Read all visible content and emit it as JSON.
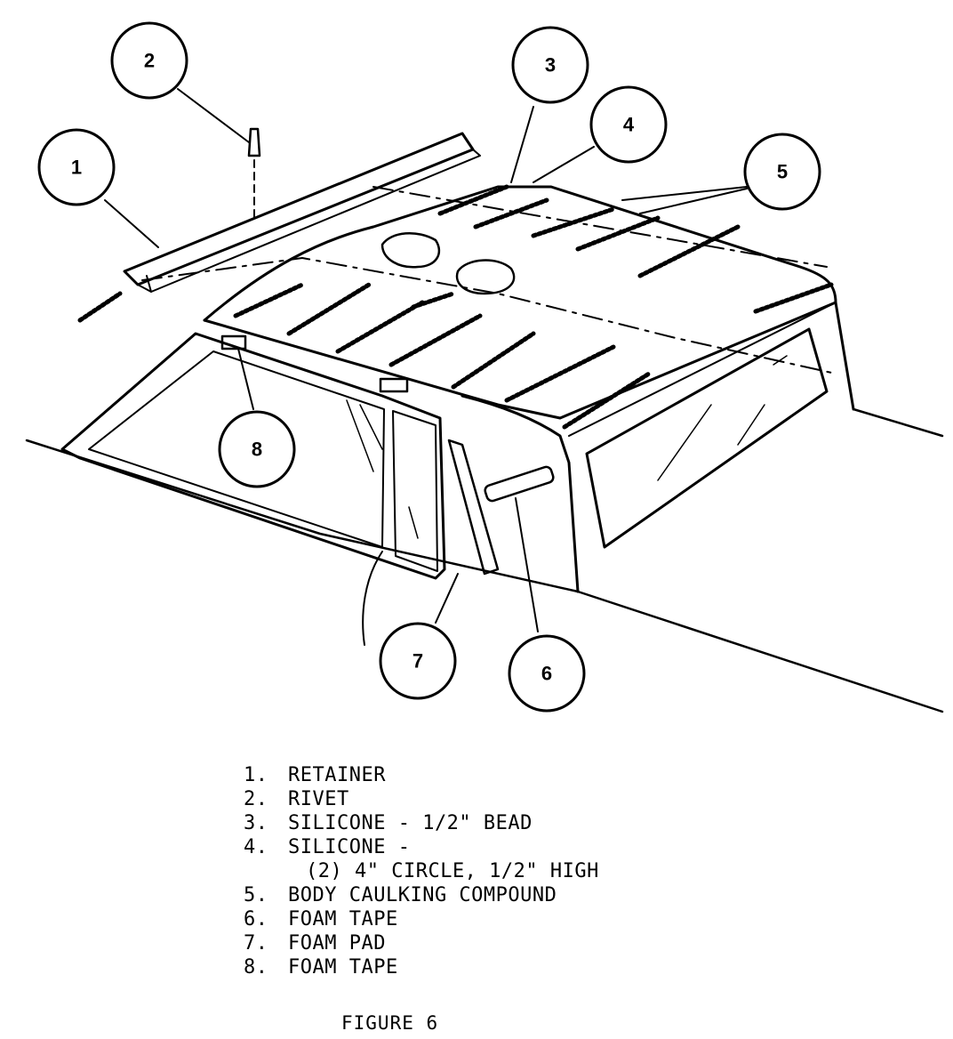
{
  "callouts": [
    "1",
    "2",
    "3",
    "4",
    "5",
    "6",
    "7",
    "8"
  ],
  "legend": {
    "items": [
      {
        "num": "1.",
        "label": "RETAINER"
      },
      {
        "num": "2.",
        "label": "RIVET"
      },
      {
        "num": "3.",
        "label": "SILICONE - 1/2\" BEAD"
      },
      {
        "num": "4.",
        "label": "SILICONE -"
      },
      {
        "num": "",
        "label": "(2) 4\" CIRCLE, 1/2\" HIGH"
      },
      {
        "num": "5.",
        "label": "BODY CAULKING COMPOUND"
      },
      {
        "num": "6.",
        "label": "FOAM TAPE"
      },
      {
        "num": "7.",
        "label": "FOAM PAD"
      },
      {
        "num": "8.",
        "label": "FOAM TAPE"
      }
    ]
  },
  "caption": "FIGURE 6"
}
